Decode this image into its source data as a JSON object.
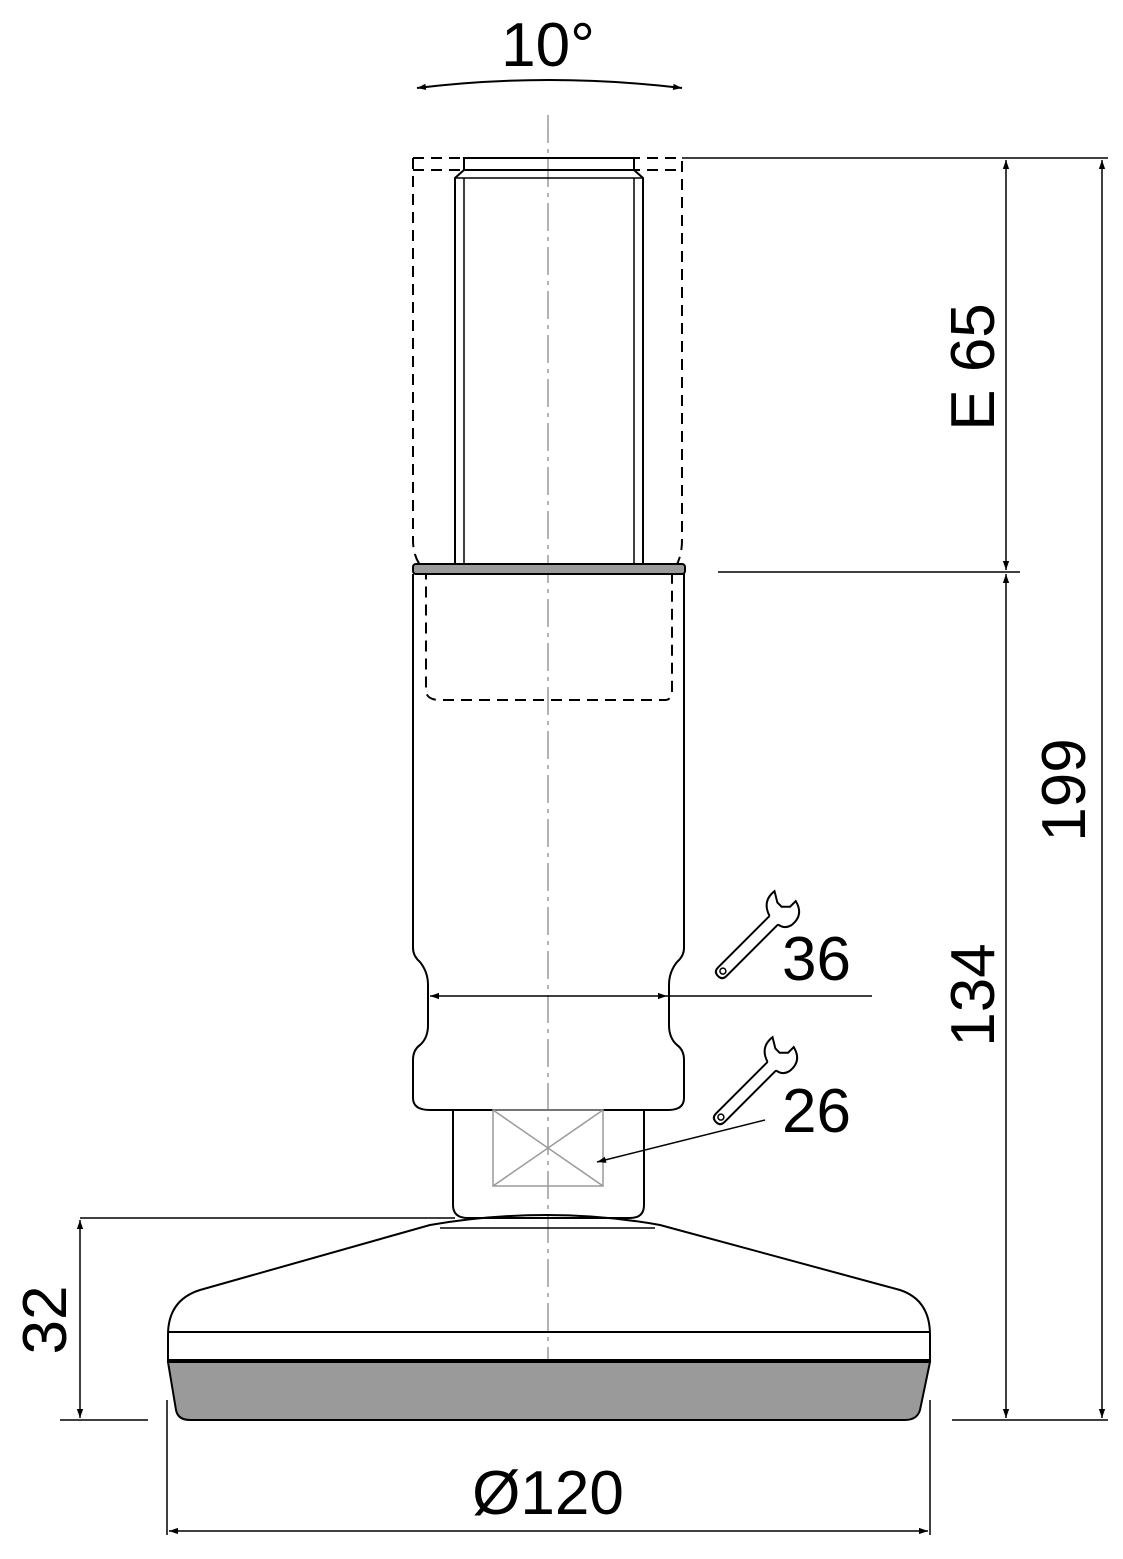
{
  "dimensions": {
    "tilt_angle": "10°",
    "extension": "E 65",
    "total_height": "199",
    "base_height": "134",
    "foot_height": "32",
    "foot_diameter": "Ø120",
    "wrench_upper": "36",
    "wrench_lower": "26"
  },
  "icons": {
    "wrench_upper": "wrench-icon",
    "wrench_lower": "wrench-icon"
  },
  "colors": {
    "line": "#000000",
    "centerline": "#9a9a9a",
    "rubber_pad": "#9a9a9a"
  }
}
